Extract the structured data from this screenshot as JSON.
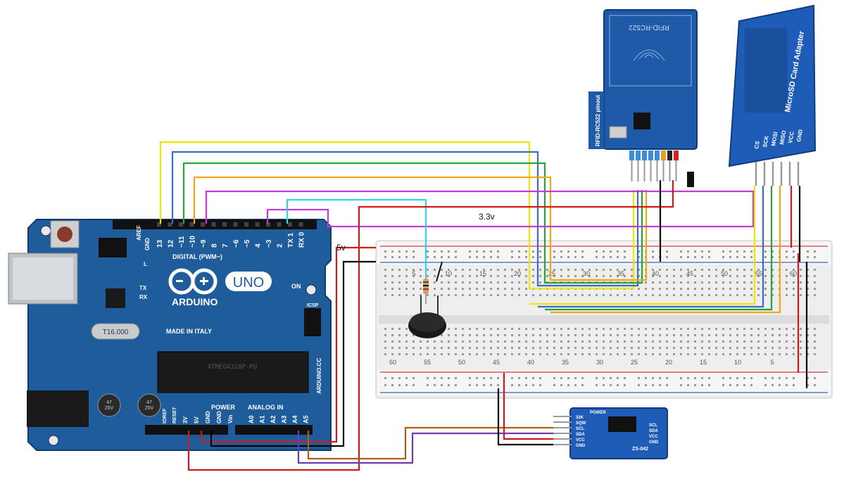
{
  "arduino": {
    "brand": "ARDUINO",
    "model": "UNO",
    "digital_label": "DIGITAL (PWM~)",
    "power_label": "POWER",
    "analog_label": "ANALOG IN",
    "made_in": "MADE IN ITALY",
    "website": "ARDUINO.CC",
    "crystal": "T16.000",
    "on_label": "ON",
    "icsp_label": "ICSP",
    "aref": "AREF",
    "gnd": "GND",
    "ioref": "IOREF",
    "reset": "RESET",
    "tx_led": "TX",
    "rx_led": "RX",
    "l_led": "L",
    "cap_label": "47\n25V",
    "chip_label": "ATMEGA328P-PU",
    "digital_pins": [
      "13",
      "12",
      "~11",
      "~10",
      "~9",
      "8",
      "7",
      "~6",
      "~5",
      "4",
      "~3",
      "2",
      "TX 1",
      "RX 0"
    ],
    "power_pins": [
      "3V",
      "5V",
      "GND",
      "GND",
      "Vin"
    ],
    "analog_pins": [
      "A0",
      "A1",
      "A2",
      "A3",
      "A4",
      "A5"
    ]
  },
  "annotations": {
    "v33": "3.3v",
    "v5": "5v"
  },
  "rfid": {
    "title": "RFID-RC522",
    "side_label": "RFID-RC522 pinout"
  },
  "sd": {
    "title": "MicroSD Card Adapter",
    "pins": [
      "CS",
      "SCK",
      "MOSI",
      "MISO",
      "VCC",
      "GND"
    ]
  },
  "rtc": {
    "title": "ZS-042",
    "power": "POWER",
    "left_pins": [
      "32K",
      "SQW",
      "SCL",
      "SDA",
      "VCC",
      "GND"
    ],
    "right_pins": [
      "SCL",
      "SDA",
      "VCC",
      "GND"
    ]
  },
  "breadboard": {
    "top_numbers": [
      "5",
      "10",
      "15",
      "20",
      "25",
      "30",
      "35",
      "40",
      "45",
      "50",
      "55",
      "60"
    ],
    "bottom_numbers": [
      "60",
      "55",
      "50",
      "45",
      "40",
      "35",
      "30",
      "25",
      "20",
      "15",
      "10",
      "5"
    ]
  },
  "colors": {
    "board_blue": "#1f5c9c",
    "yellow_wire": "#f2e600",
    "blue_wire": "#3a6bc9",
    "green_wire": "#27a33a",
    "orange_wire": "#f0a818",
    "magenta_wire": "#c43ad4",
    "cyan_wire": "#2fd8e0",
    "red_wire": "#d41818",
    "black_wire": "#000000",
    "brown_wire": "#b06010",
    "purple_wire": "#6a3cb0"
  }
}
